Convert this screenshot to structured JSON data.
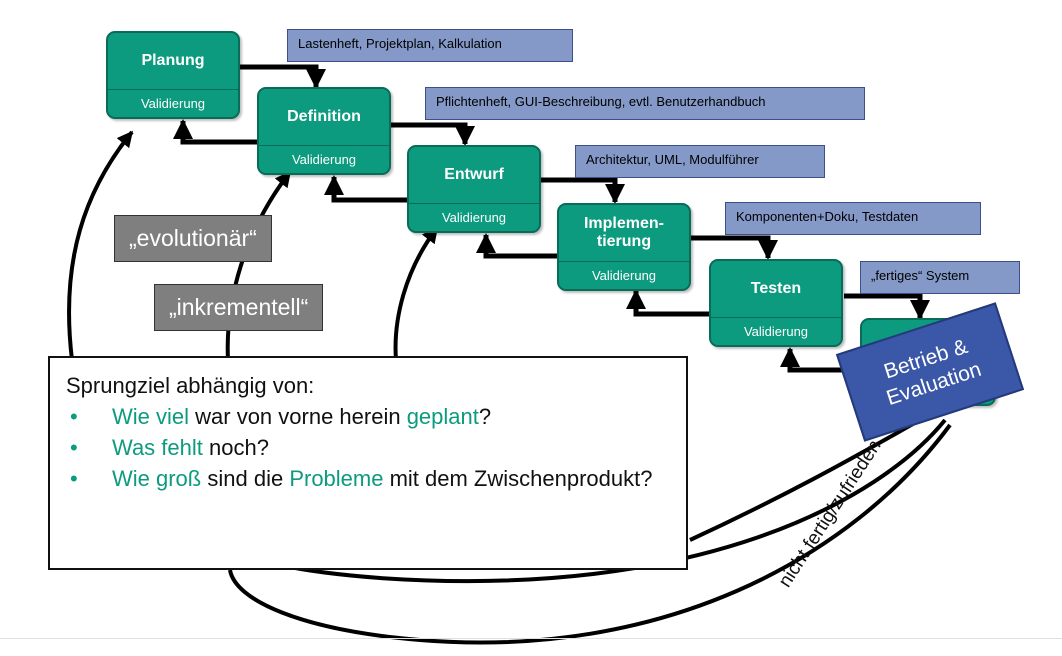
{
  "phases": [
    {
      "title": "Planung",
      "validation": "Validierung"
    },
    {
      "title": "Definition",
      "validation": "Validierung"
    },
    {
      "title": "Entwurf",
      "validation": "Validierung"
    },
    {
      "title": "Implemen-\ntierung",
      "validation": "Validierung"
    },
    {
      "title": "Testen",
      "validation": "Validierung"
    }
  ],
  "artifacts": [
    "Lastenheft, Projektplan, Kalkulation",
    "Pflichtenheft, GUI-Beschreibung, evtl. Benutzerhandbuch",
    "Architektur, UML, Modulführer",
    "Komponenten+Doku, Testdaten",
    "„fertiges“ System"
  ],
  "betrieb": "Betrieb &\nEvaluation",
  "callouts": {
    "evolutionaer": "„evolutionär“",
    "inkrementell": "„inkrementell“"
  },
  "textbox": {
    "heading": "Sprungziel abhängig von:",
    "bullet_char": "•",
    "items": [
      {
        "hl1": "Wie viel",
        "t1": " war von vorne herein ",
        "hl2": "geplant",
        "t2": "?"
      },
      {
        "hl1": "Was fehlt",
        "t1": " noch?",
        "hl2": "",
        "t2": ""
      },
      {
        "hl1": "Wie groß",
        "t1": " sind die ",
        "hl2": "Probleme",
        "t2": " mit dem Zwischenprodukt?"
      }
    ]
  },
  "rotated_label": "nicht fertig/zufrieden",
  "colors": {
    "phase": "#0c9b7e",
    "artifact": "#8499c8",
    "betrieb": "#3b57a8",
    "callout": "#7f7f7f",
    "highlight": "#0c9b7e"
  }
}
